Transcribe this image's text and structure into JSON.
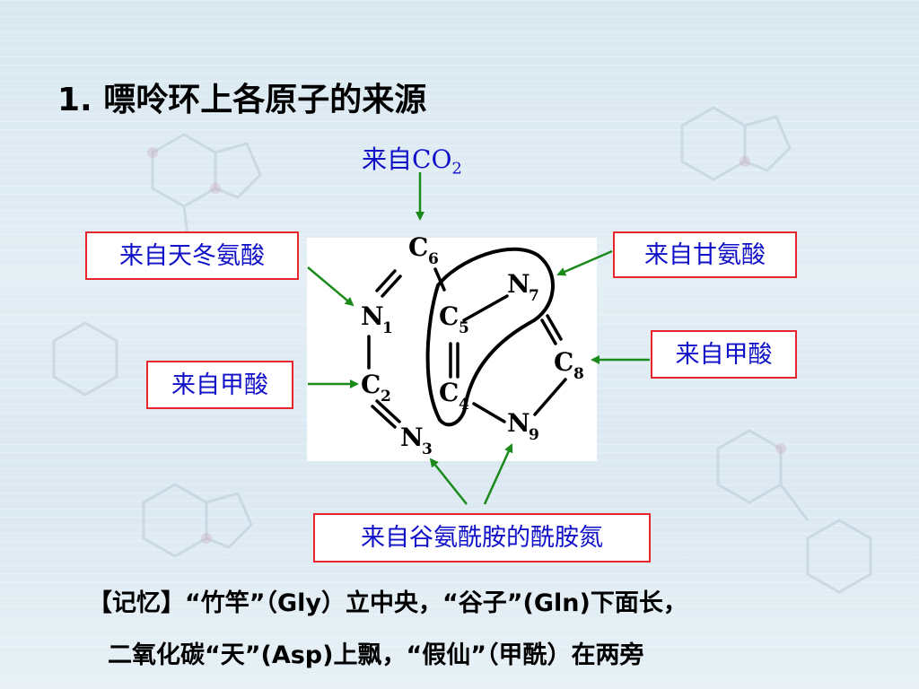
{
  "slide": {
    "title": "1. 嘌呤环上各原子的来源",
    "sources": {
      "co2_prefix": "来自",
      "co2_main": "CO",
      "co2_sub": "2",
      "aspartate": "来自天冬氨酸",
      "glycine": "来自甘氨酸",
      "formate_c8": "来自甲酸",
      "formate_c2": "来自甲酸",
      "glutamine": "来自谷氨酰胺的酰胺氮"
    },
    "atoms": {
      "c6": {
        "el": "C",
        "num": "6"
      },
      "n7": {
        "el": "N",
        "num": "7"
      },
      "n1": {
        "el": "N",
        "num": "1"
      },
      "c5": {
        "el": "C",
        "num": "5"
      },
      "c8": {
        "el": "C",
        "num": "8"
      },
      "c2": {
        "el": "C",
        "num": "2"
      },
      "c4": {
        "el": "C",
        "num": "4"
      },
      "n9": {
        "el": "N",
        "num": "9"
      },
      "n3": {
        "el": "N",
        "num": "3"
      }
    },
    "memo": {
      "line1": "【记忆】“竹竿”（Gly）立中央，“谷子”(Gln)下面长，",
      "line2": "二氧化碳“天”(Asp)上飘，“假仙”（甲酰）在两旁"
    },
    "colors": {
      "label_text": "#1010c8",
      "box_border": "#e8242c",
      "arrow": "#1a8a1a"
    }
  }
}
